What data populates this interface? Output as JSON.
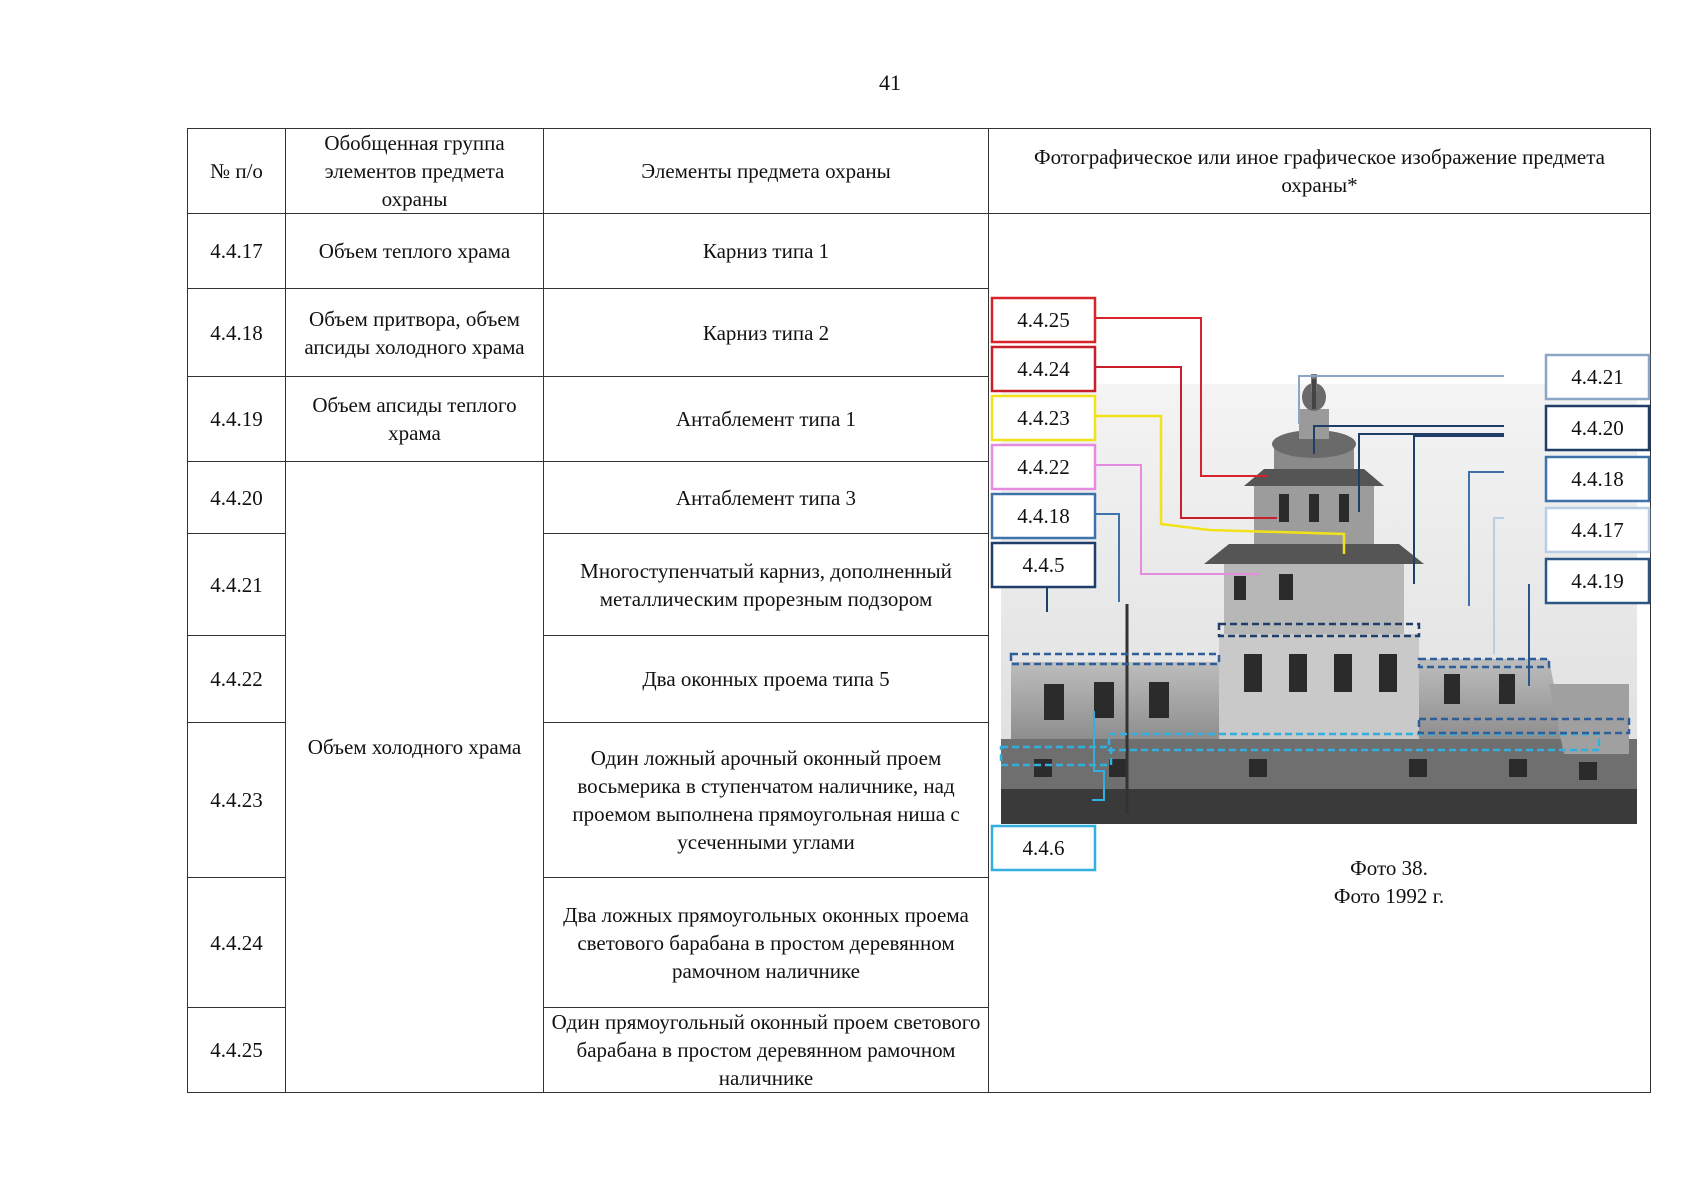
{
  "page_number": "41",
  "headers": {
    "num": "№ п/о",
    "group": "Обобщенная группа элементов предмета охраны",
    "elements": "Элементы предмета охраны",
    "photo": "Фотографическое или иное графическое изображение предмета охраны*"
  },
  "rows": [
    {
      "num": "4.4.17",
      "group": "Объем теплого храма",
      "element": "Карниз типа 1"
    },
    {
      "num": "4.4.18",
      "group": "Объем притвора, объем апсиды холодного храма",
      "element": "Карниз типа 2"
    },
    {
      "num": "4.4.19",
      "group": "Объем апсиды теплого храма",
      "element": "Антаблемент типа 1"
    },
    {
      "num": "4.4.20",
      "group": "Объем холодного храма",
      "element": "Антаблемент типа 3"
    },
    {
      "num": "4.4.21",
      "element": "Многоступенчатый карниз, дополненный металлическим прорезным подзором"
    },
    {
      "num": "4.4.22",
      "element": "Два оконных проема типа 5"
    },
    {
      "num": "4.4.23",
      "element": "Один ложный арочный оконный проем восьмерика в ступенчатом наличнике, над проемом выполнена прямоугольная ниша с усеченными углами"
    },
    {
      "num": "4.4.24",
      "element": "Два ложных прямоугольных оконных проема светового барабана в простом деревянном рамочном наличнике"
    },
    {
      "num": "4.4.25",
      "element": "Один прямоугольный оконный проем светового барабана в простом деревянном рамочном наличнике"
    }
  ],
  "photo": {
    "caption_line1": "Фото 38.",
    "caption_line2": "Фото 1992 г.",
    "labels_left": [
      {
        "text": "4.4.25",
        "color": "#d8232a"
      },
      {
        "text": "4.4.24",
        "color": "#c8202a"
      },
      {
        "text": "4.4.23",
        "color": "#f2e21a"
      },
      {
        "text": "4.4.22",
        "color": "#e58be0"
      },
      {
        "text": "4.4.18",
        "color": "#3f72a8"
      },
      {
        "text": "4.4.5",
        "color": "#1f3f6a"
      },
      {
        "text": "4.4.6",
        "color": "#31b0e0"
      }
    ],
    "labels_right": [
      {
        "text": "4.4.21",
        "color": "#8aa6c4"
      },
      {
        "text": "4.4.20",
        "color": "#1f3f6a"
      },
      {
        "text": "4.4.18",
        "color": "#3f72a8"
      },
      {
        "text": "4.4.17",
        "color": "#b8cde6"
      },
      {
        "text": "4.4.19",
        "color": "#2c5684"
      }
    ]
  }
}
